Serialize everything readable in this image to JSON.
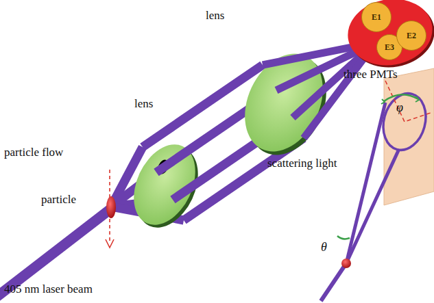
{
  "diagram": {
    "nodes": [
      {
        "text": [
          "three PMTs"
        ]
      },
      {
        "text": [
          "E1"
        ],
        "in": 0
      },
      {
        "text": [
          "E2"
        ],
        "in": 0
      },
      {
        "text": [
          "E3"
        ],
        "in": 0
      }
    ],
    "labels": [
      "lens",
      "lens",
      "particle flow",
      "particle",
      "scattering light",
      "405 nm laser beam",
      "θ",
      "φ"
    ]
  }
}
